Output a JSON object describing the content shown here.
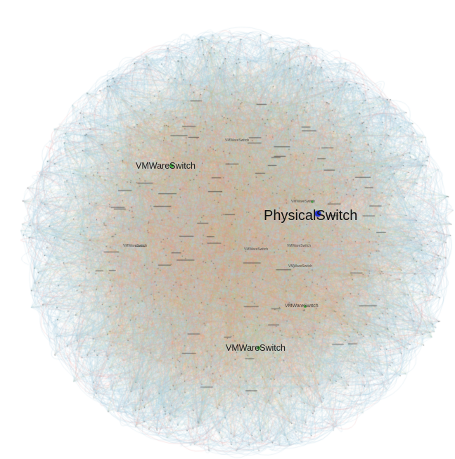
{
  "graph": {
    "labels": {
      "physical_switch": "PhysicalSwitch",
      "vmware_switch_top_left": "VMWareSwitch",
      "vmware_switch_bottom": "VMWareSwitch",
      "vmware_switch_right_mid": "VMWareSwitch",
      "vmware_switch_near_physical": "VMWareSwitch",
      "vmware_switch_center_a": "VMWareSwitch",
      "vmware_switch_center_b": "VMWareSwitch",
      "vmware_switch_center_c": "VMWareSwitch",
      "vmware_switch_left": "VMWareSwitch",
      "vmware_switch_top": "VMWareSwitch"
    },
    "colors": {
      "edge_core_red": "#e08080",
      "edge_core_orange": "#e8b070",
      "edge_core_green": "#9cc87a",
      "edge_outer_blue": "#a8cfe0",
      "node_dark": "#3a3a3a",
      "hub_physical_switch": "#1f2fd0",
      "hub_vmware_switch": "#3aa83a",
      "background": "#ffffff"
    }
  }
}
